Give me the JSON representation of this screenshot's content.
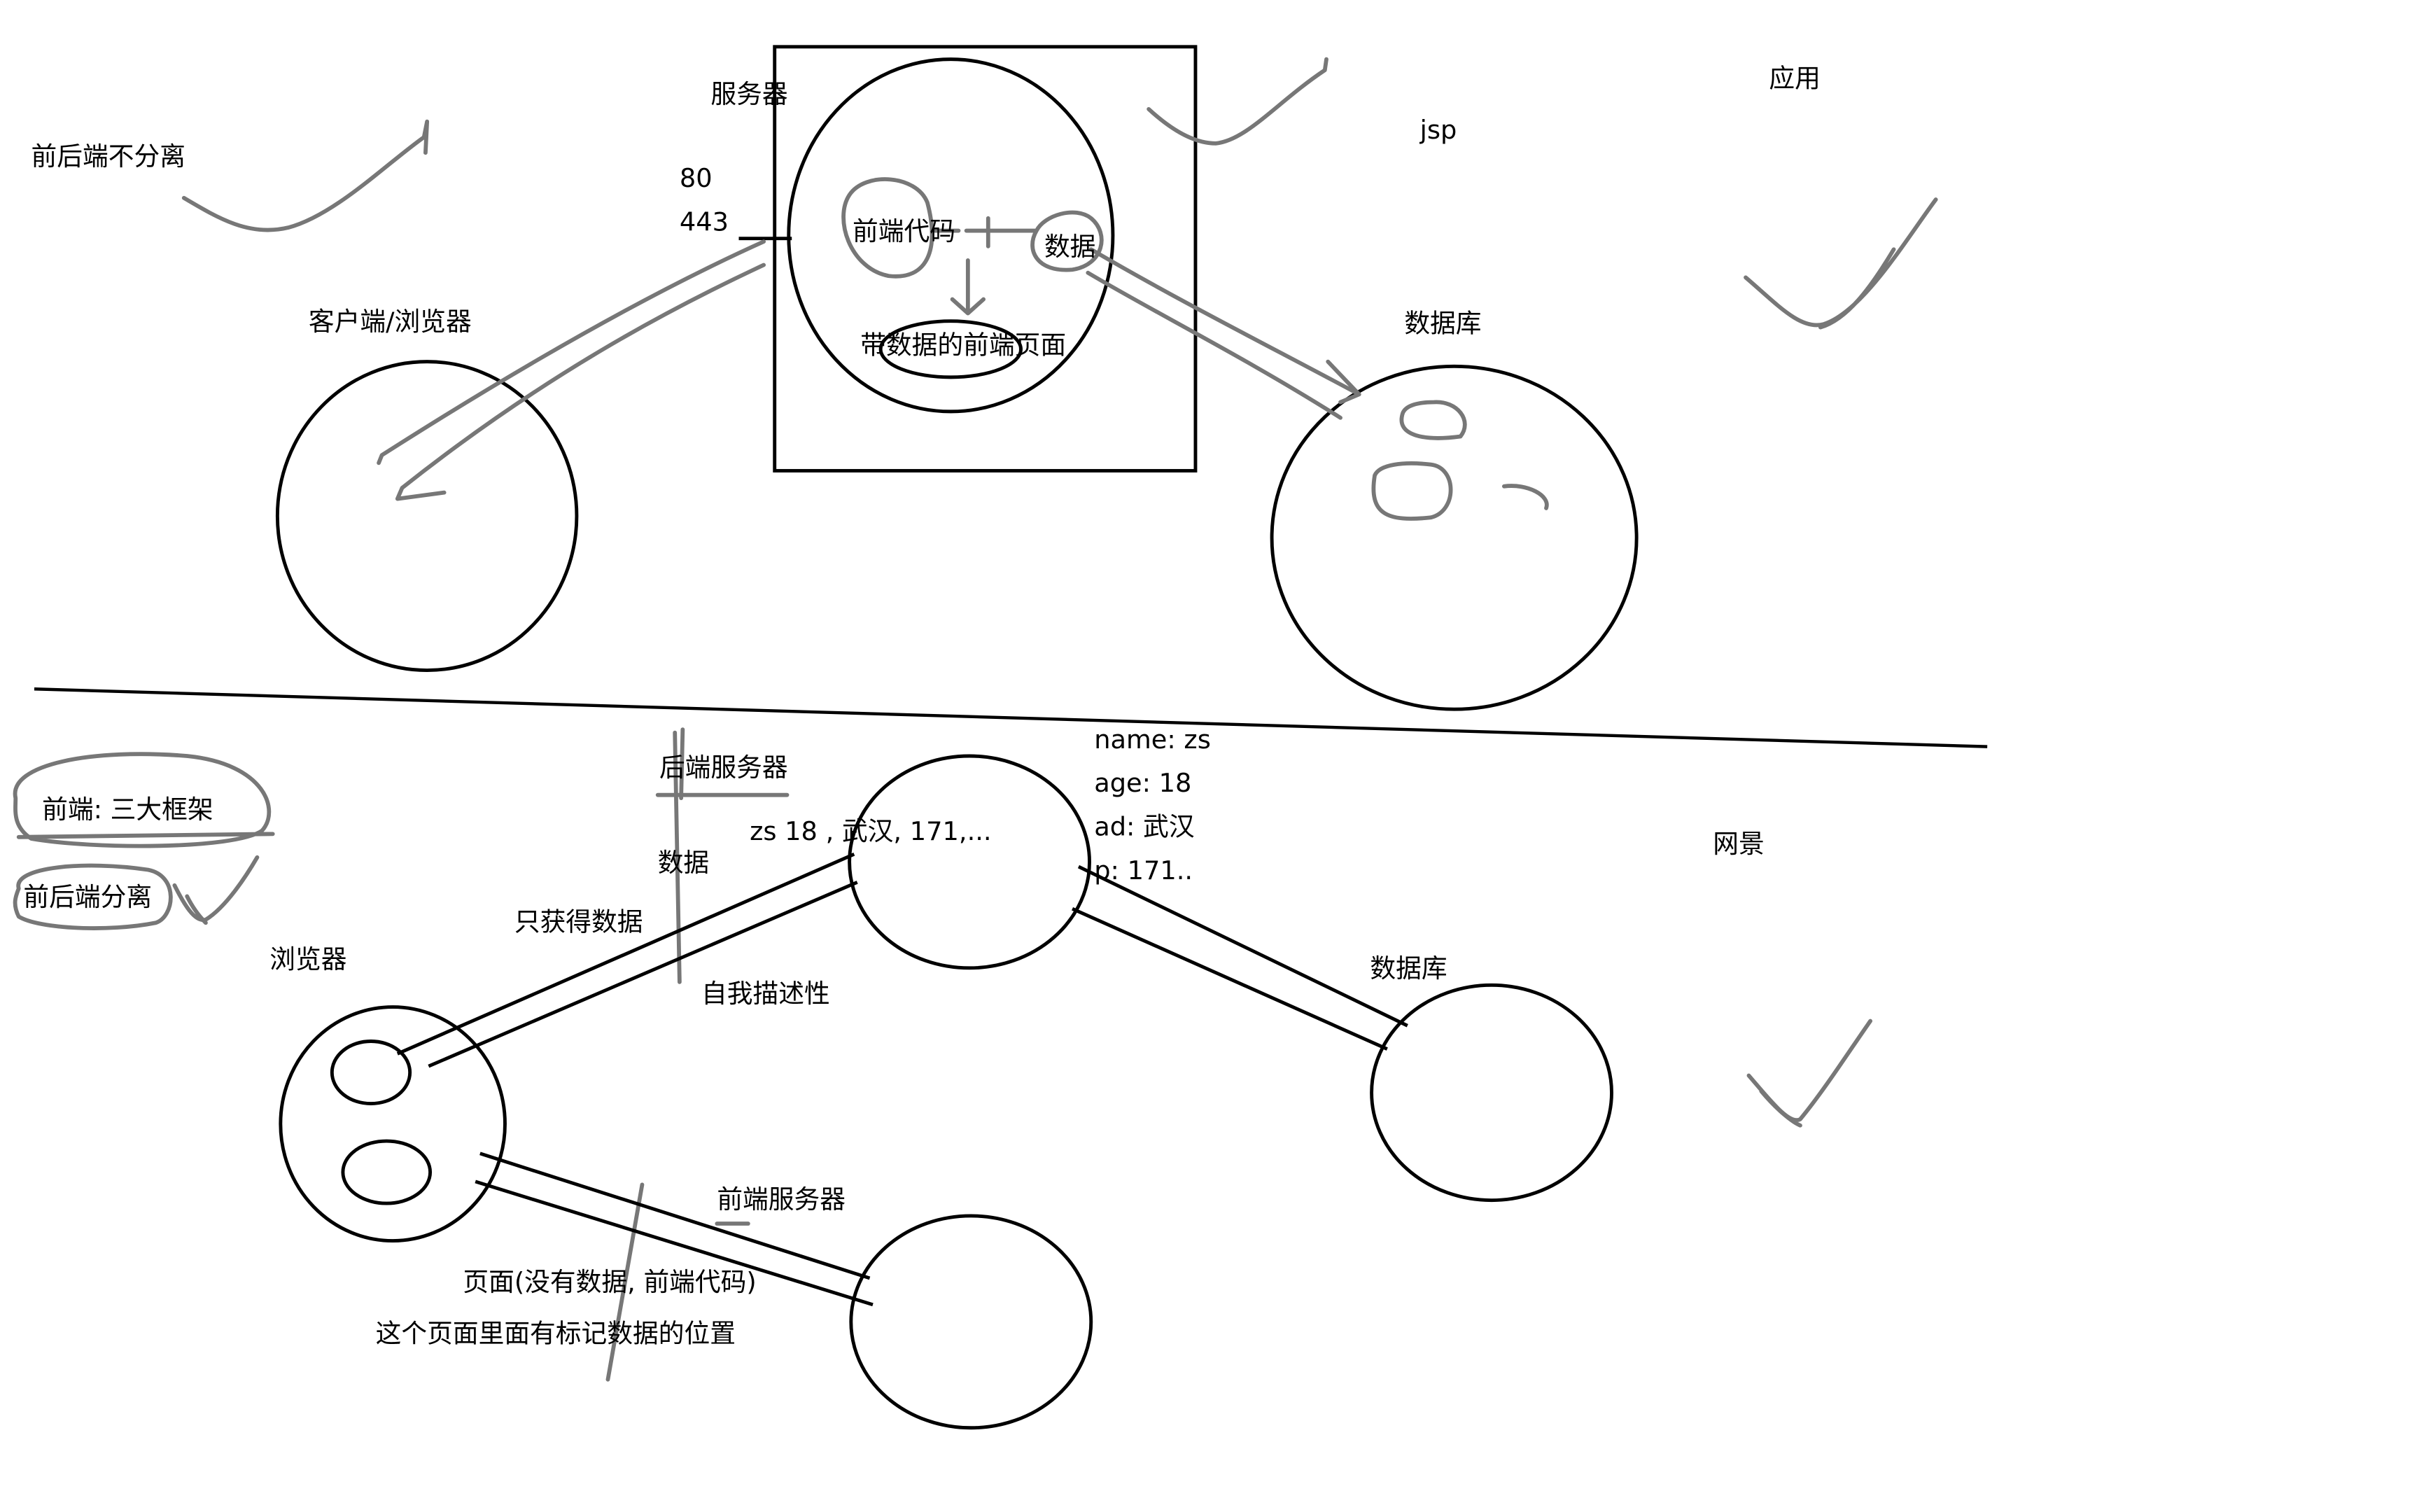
{
  "top_section": {
    "title": "前后端不分离",
    "server": {
      "label": "服务器",
      "port_http": "80",
      "port_https": "443",
      "frontend_code": "前端代码",
      "data": "数据",
      "page_with_data": "带数据的前端页面"
    },
    "client": {
      "label": "客户端/浏览器"
    },
    "database": {
      "label": "数据库"
    },
    "tech_note": "jsp",
    "use_note": "应用"
  },
  "bottom_section": {
    "frontend_note": "前端: 三大框架",
    "title": "前后端分离",
    "browser": {
      "label": "浏览器"
    },
    "backend_server": {
      "label": "后端服务器"
    },
    "data_label": "数据",
    "data_only": "只获得数据",
    "data_sample": "zs  18 , 武汉, 171,...",
    "self_describing": "自我描述性",
    "json_fields": [
      "name: zs",
      "age: 18",
      "ad: 武汉",
      "p: 171.."
    ],
    "database": {
      "label": "数据库"
    },
    "use_note": "网景",
    "frontend_server": {
      "label": "前端服务器"
    },
    "page_desc": "页面(没有数据, 前端代码)",
    "page_marker": "这个页面里面有标记数据的位置"
  }
}
